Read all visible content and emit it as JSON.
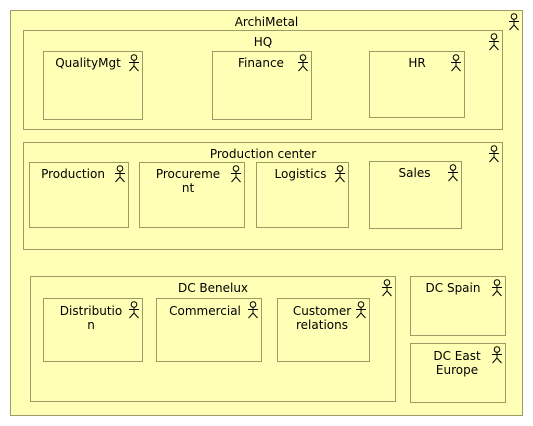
{
  "diagram": {
    "root": "ArchiMetal",
    "hq": "HQ",
    "quality": "QualityMgt",
    "finance": "Finance",
    "hr": "HR",
    "production_center": "Production center",
    "production": "Production",
    "procurement": "Procureme\nnt",
    "logistics": "Logistics",
    "sales": "Sales",
    "dc_benelux": "DC Benelux",
    "distribution": "Distributio\nn",
    "commercial": "Commercial",
    "customer_relations": "Customer\nrelations",
    "dc_spain": "DC Spain",
    "dc_east_europe": "DC East\nEurope"
  },
  "colors": {
    "fill": "#ffffb5",
    "border": "#9b9b66"
  },
  "icon": "actor-icon"
}
